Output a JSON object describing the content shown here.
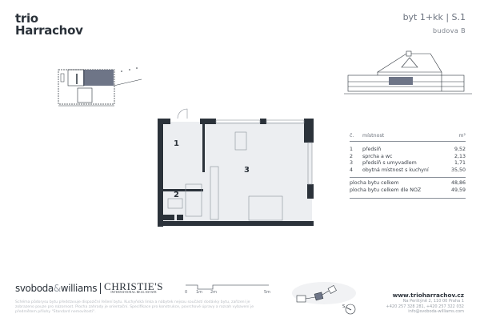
{
  "brand": {
    "line1": "trio",
    "line2": "Harrachov"
  },
  "unit": {
    "title": "byt 1+kk | S.1",
    "building": "budova B"
  },
  "plan": {
    "rooms": [
      {
        "label": "1"
      },
      {
        "label": "2"
      },
      {
        "label": "3"
      }
    ]
  },
  "legend": {
    "header": {
      "num": "č.",
      "name": "místnost",
      "unit": "m²"
    },
    "rows": [
      {
        "num": "1",
        "name": "předsíň",
        "area": "9,52"
      },
      {
        "num": "2",
        "name": "sprcha a wc",
        "area": "2,13"
      },
      {
        "num": "3",
        "name": "předsíň s umyvadlem",
        "area": "1,71"
      },
      {
        "num": "4",
        "name": "obytná místnost s kuchyní",
        "area": "35,50"
      }
    ],
    "totals": [
      {
        "name": "plocha bytu celkem",
        "area": "48,86"
      },
      {
        "name": "plocha bytu celkem dle NOZ",
        "area": "49,59"
      }
    ]
  },
  "footer": {
    "logo_part1": "svoboda",
    "logo_amp": "&",
    "logo_part2": "williams",
    "christies": "CHRISTIE'S",
    "christies_sub": "INTERNATIONAL REAL ESTATE",
    "disclaimer": "Schéma půdorysu bytu představuje dispoziční řešení bytu. Kuchyňská linka a nábytek nejsou součástí dodávky bytu, zařízení je zobrazeno pouze pro názornost. Plocha zahrady je orientační. Specifikace pro konstrukce, povrchové úpravy a rozsah vybavení je předmětem přílohy \"Standard nemovitosti\".",
    "scale_labels": [
      "0",
      "1m",
      "2m",
      "5m"
    ],
    "north_label": "S",
    "website": "www.trioharrachov.cz",
    "address": "Na Perštýně 2, 110 00 Praha 1",
    "phones": "+420 257 328 281, +420 257 322 032",
    "email": "info@svoboda-williams.com"
  },
  "colors": {
    "dark": "#2b323a",
    "highlight": "#6e7587",
    "floor": "#eceef1",
    "muted": "#9aa0a8"
  }
}
